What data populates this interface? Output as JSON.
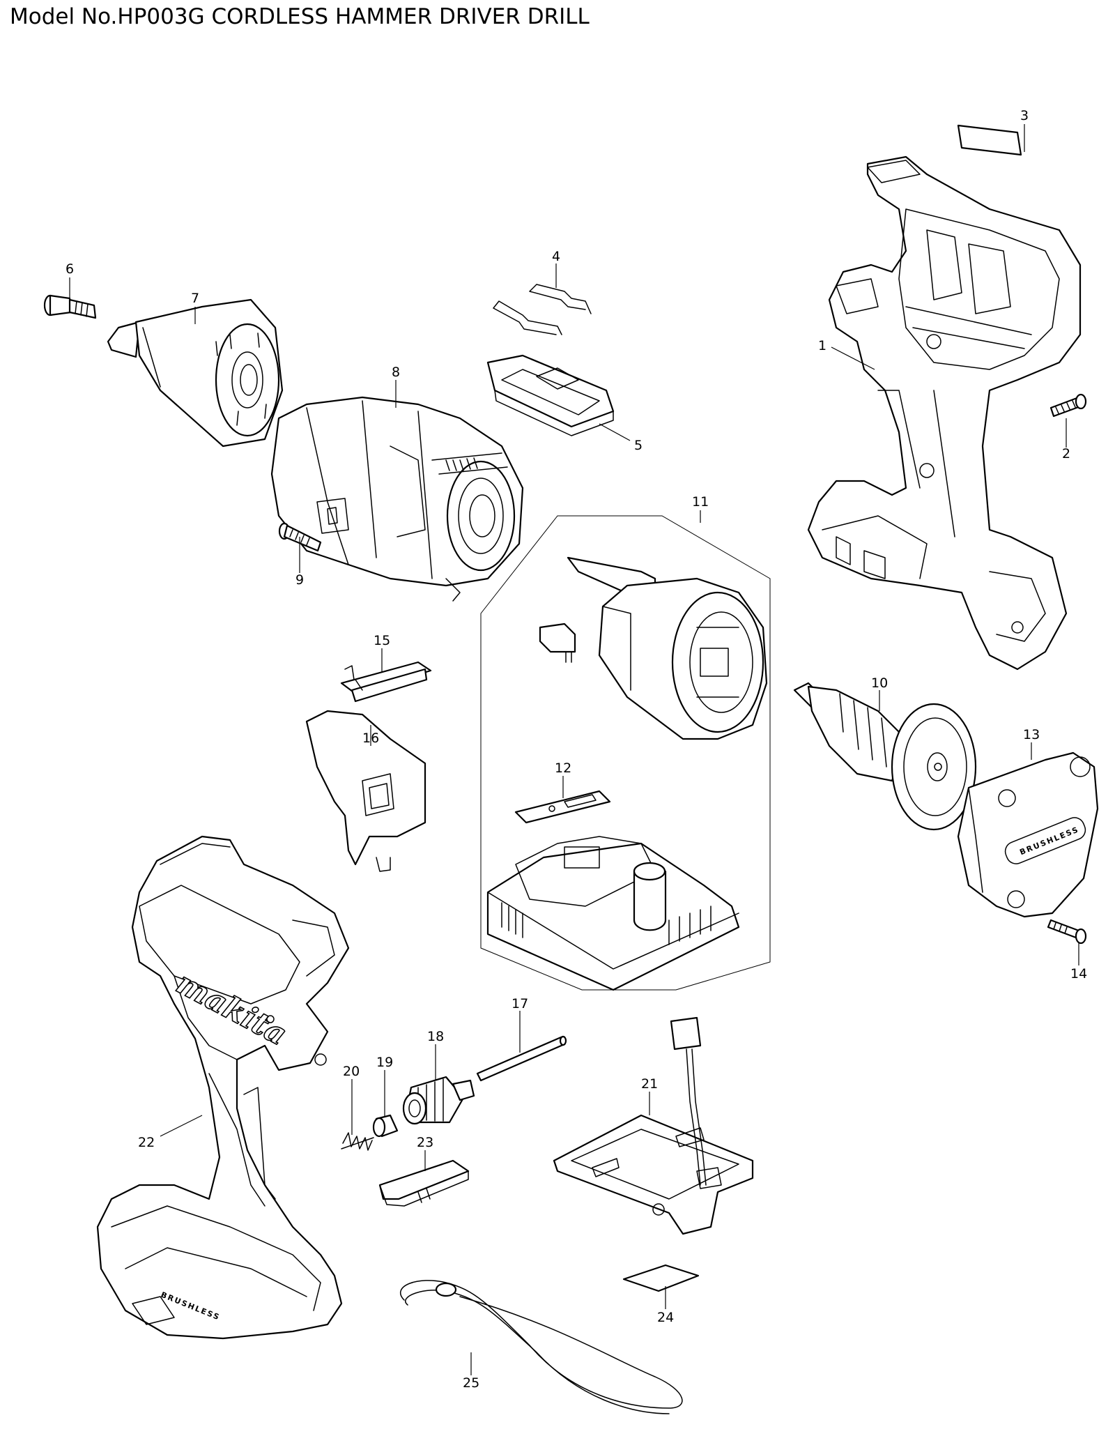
{
  "title": "Model No.HP003G CORDLESS HAMMER DRIVER DRILL",
  "callouts": [
    "1",
    "2",
    "3",
    "4",
    "5",
    "6",
    "7",
    "8",
    "9",
    "10",
    "11",
    "12",
    "13",
    "14",
    "15",
    "16",
    "17",
    "18",
    "19",
    "20",
    "21",
    "22",
    "23",
    "24",
    "25"
  ],
  "logos": {
    "brand": "makita",
    "brushless": "BRUSHLESS"
  }
}
